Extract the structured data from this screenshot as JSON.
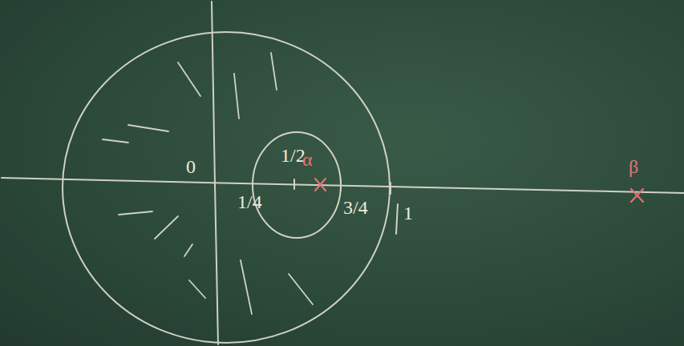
{
  "diagram": {
    "labels": [
      "0",
      "1/4",
      "1/2",
      "α",
      "3/4",
      "1",
      "β"
    ]
  }
}
